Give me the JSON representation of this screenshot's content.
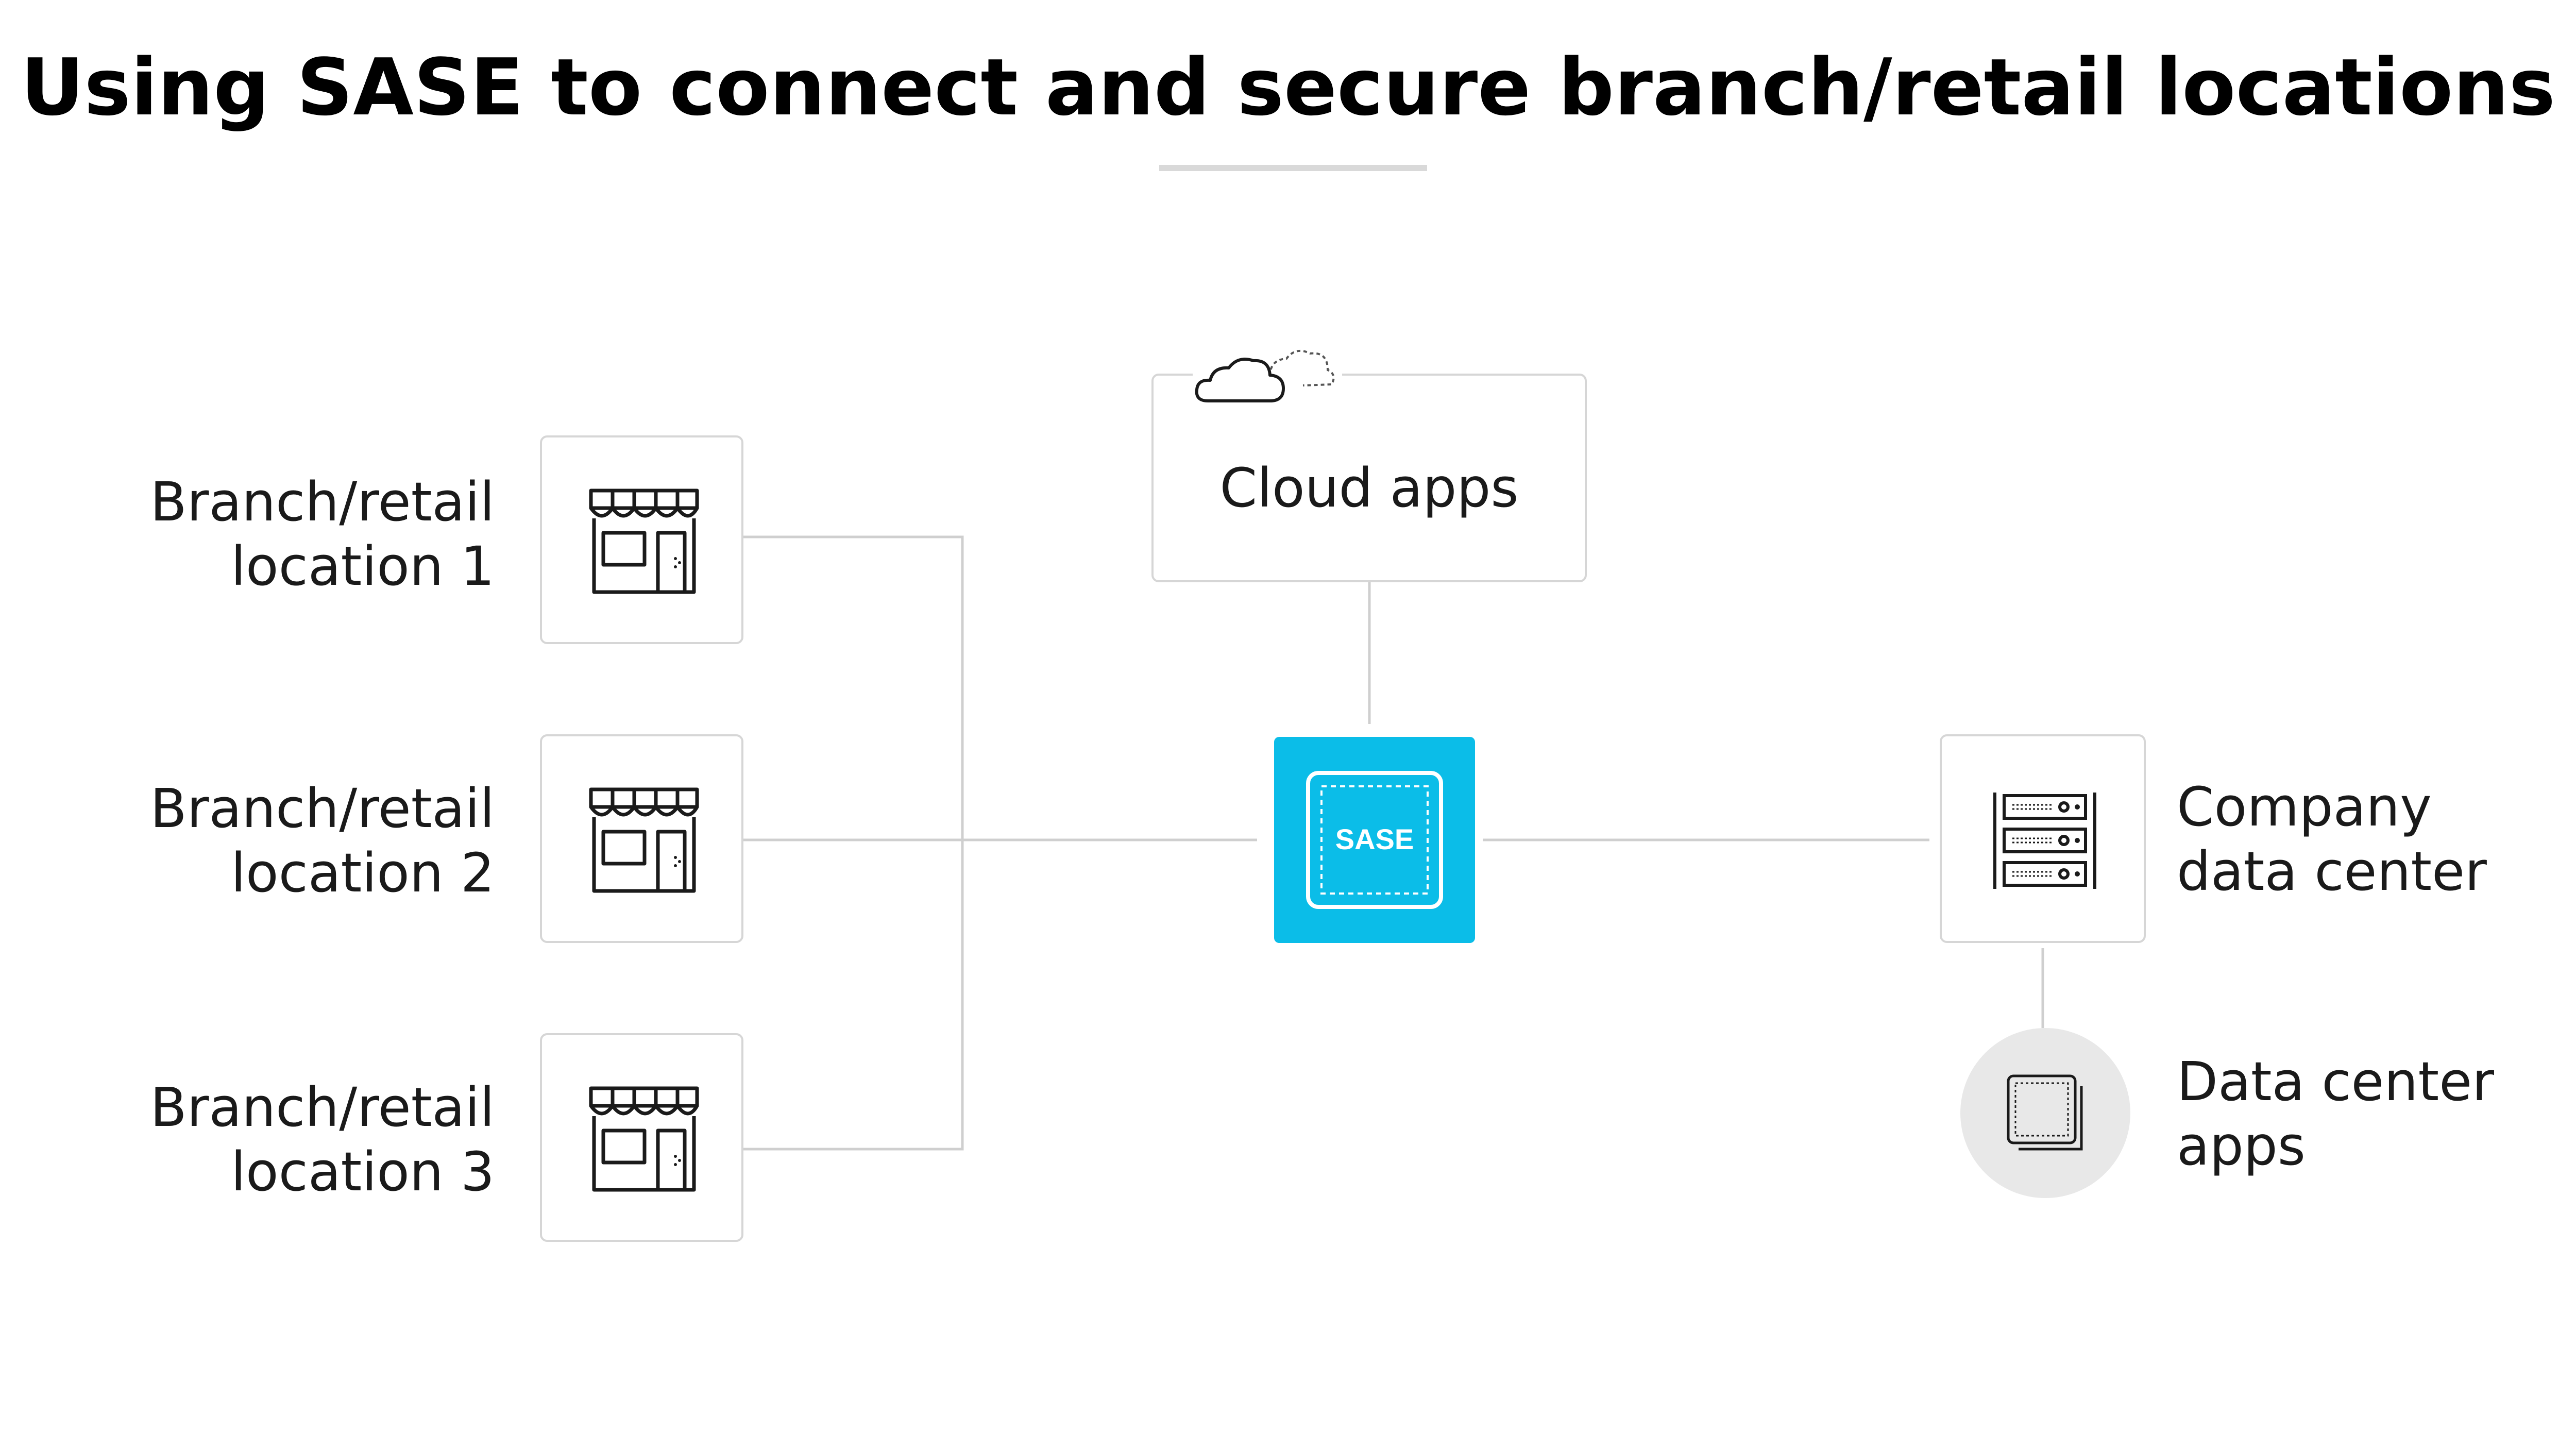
{
  "title": "Using SASE to connect and secure branch/retail locations",
  "branches": [
    {
      "line1": "Branch/retail",
      "line2": "location 1",
      "icon": "storefront-icon"
    },
    {
      "line1": "Branch/retail",
      "line2": "location 2",
      "icon": "storefront-icon"
    },
    {
      "line1": "Branch/retail",
      "line2": "location 3",
      "icon": "storefront-icon"
    }
  ],
  "cloud": {
    "label": "Cloud apps",
    "icon": "cloud-icon"
  },
  "hub": {
    "label": "SASE",
    "color": "#0bbde8"
  },
  "data_center": {
    "line1": "Company",
    "line2": "data center",
    "icon": "server-rack-icon"
  },
  "data_center_apps": {
    "line1": "Data center",
    "line2": "apps",
    "icon": "app-stack-icon"
  },
  "colors": {
    "connector": "#cfcfcf",
    "card_border": "#d6d6d6",
    "title_rule": "#d9d9d9",
    "icon_stroke": "#1a1a1a"
  }
}
